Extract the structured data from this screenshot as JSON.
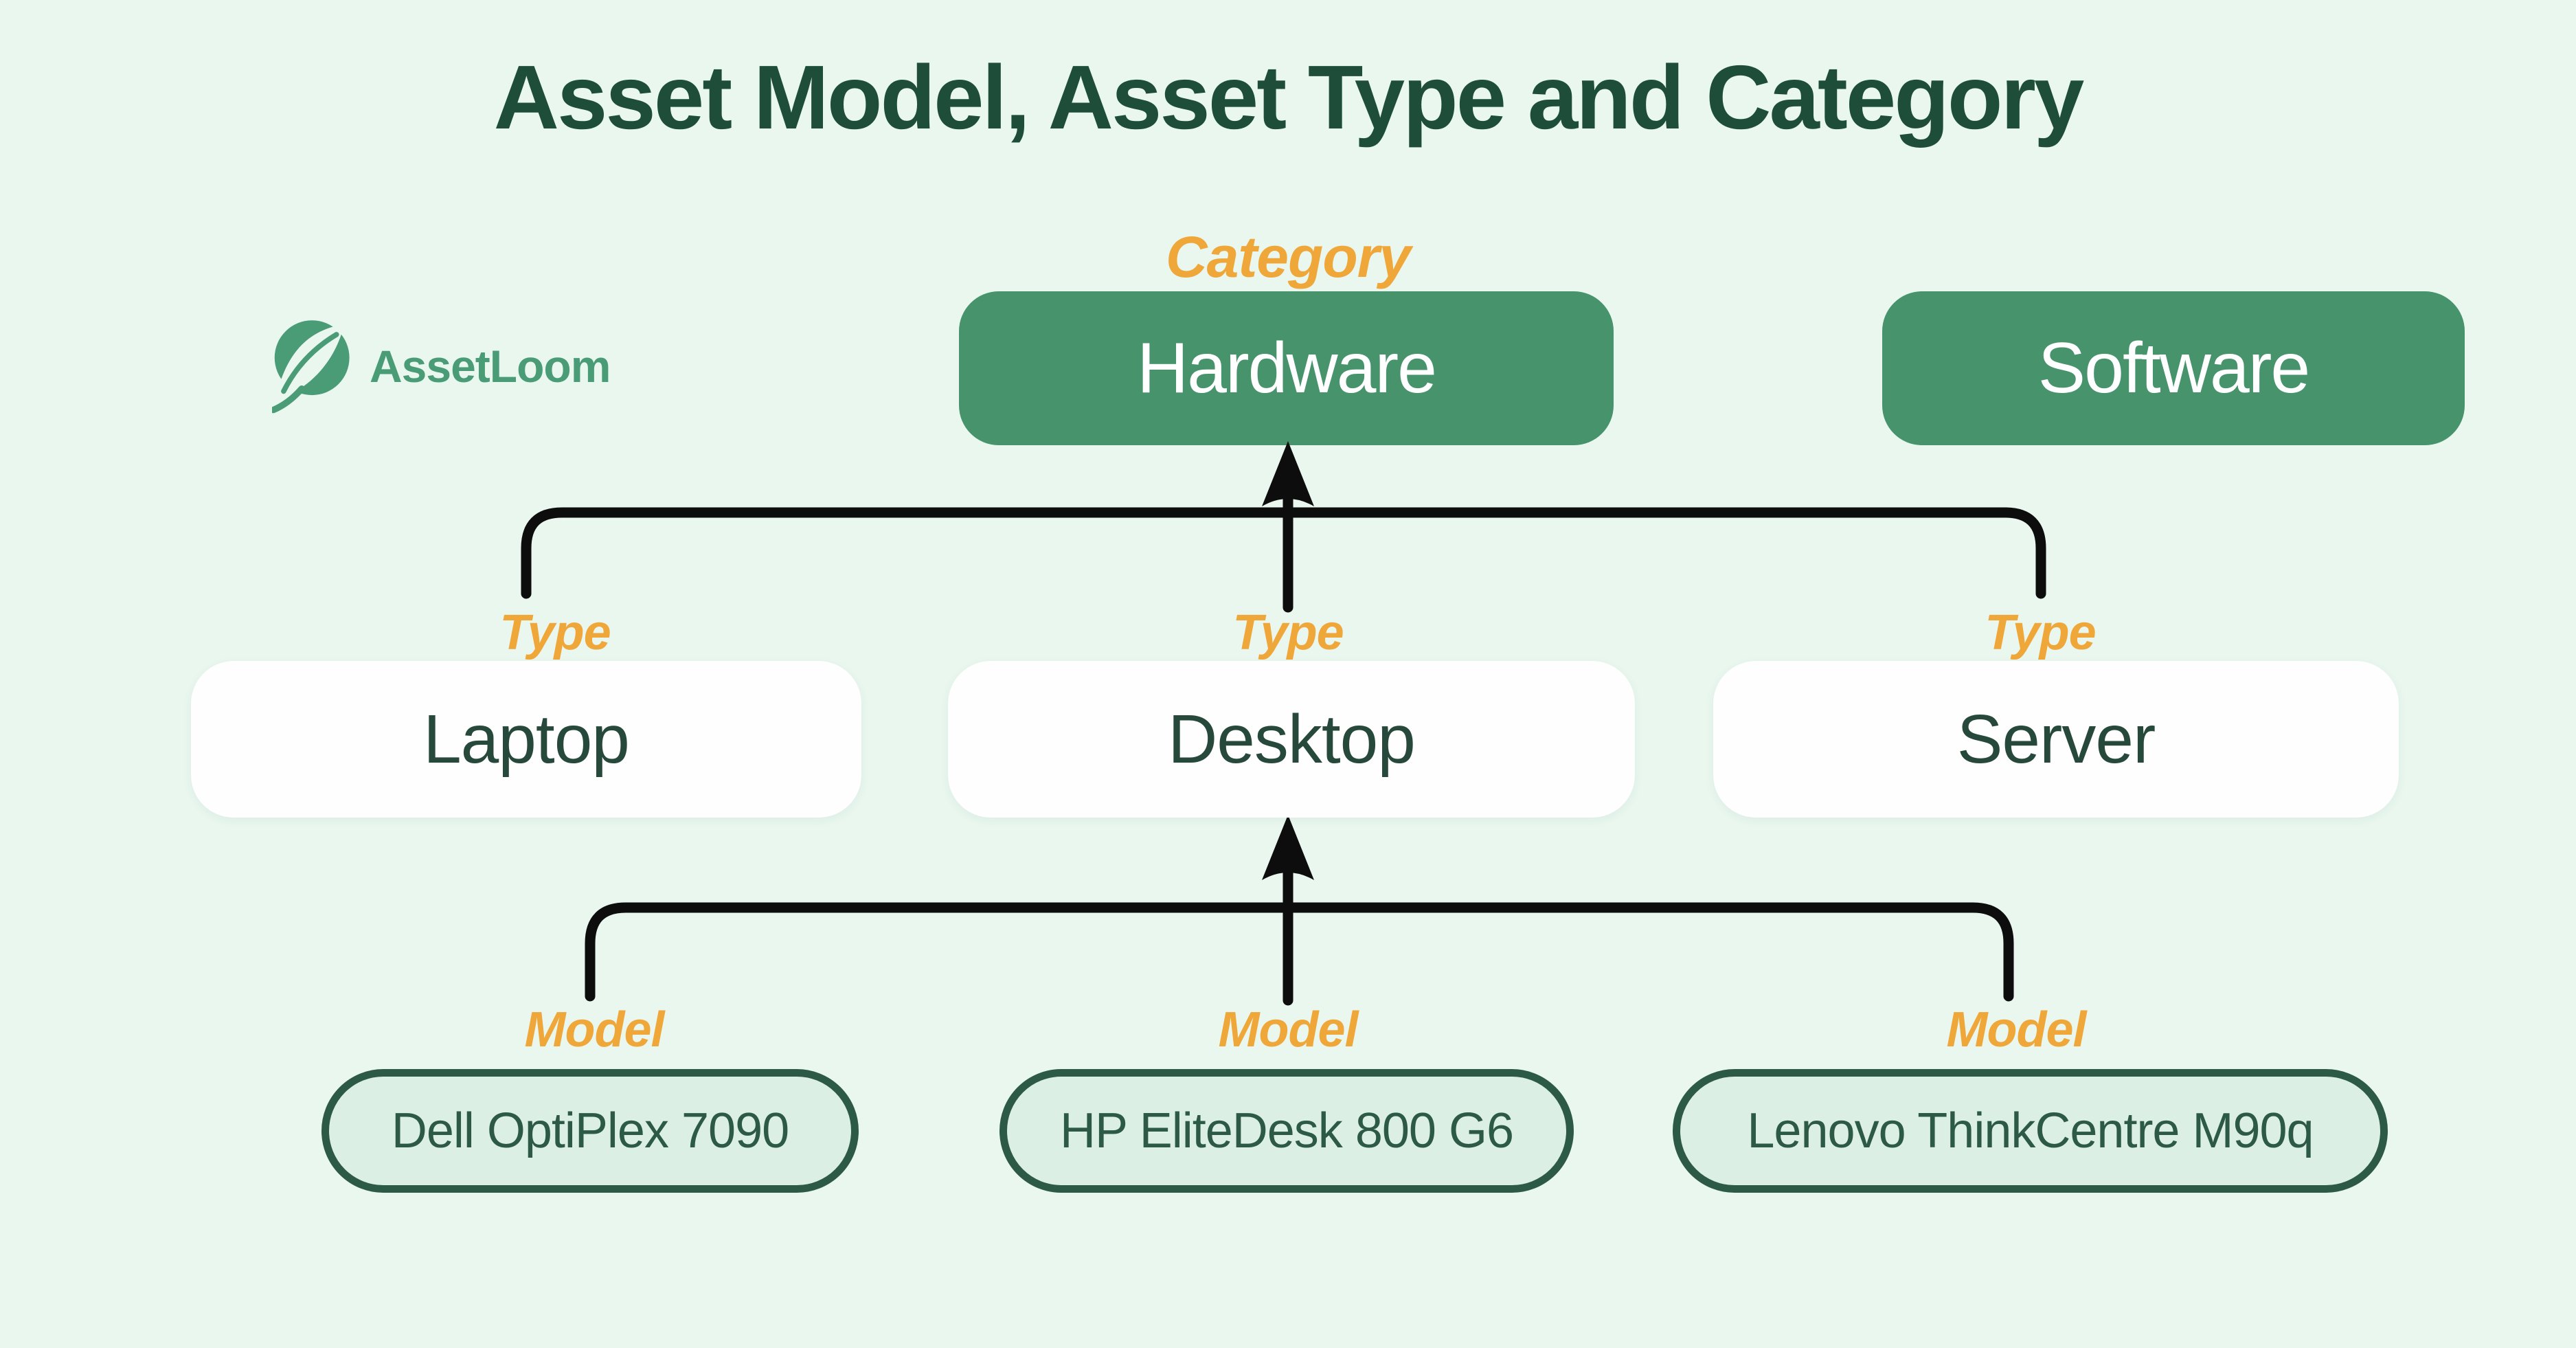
{
  "title": "Asset Model, Asset Type and Category",
  "logo": {
    "text": "AssetLoom"
  },
  "labels": {
    "category": "Category",
    "type": "Type",
    "model": "Model"
  },
  "categories": [
    {
      "label": "Hardware"
    },
    {
      "label": "Software"
    }
  ],
  "types": [
    {
      "label": "Laptop"
    },
    {
      "label": "Desktop"
    },
    {
      "label": "Server"
    }
  ],
  "models": [
    {
      "label": "Dell OptiPlex 7090"
    },
    {
      "label": "HP EliteDesk 800 G6"
    },
    {
      "label": "Lenovo ThinkCentre M90q"
    }
  ],
  "theme": {
    "bg": "#e9f7ef",
    "title_green": "#1e4e39",
    "pill_green": "#46936c",
    "logo_green": "#4a9c77",
    "orange": "#efa73a",
    "pill_text_dark": "#26493c",
    "model_border": "#2d5a47",
    "model_fill": "#dcefe5",
    "white": "#fdfefd",
    "line": "#0d0d0d"
  }
}
